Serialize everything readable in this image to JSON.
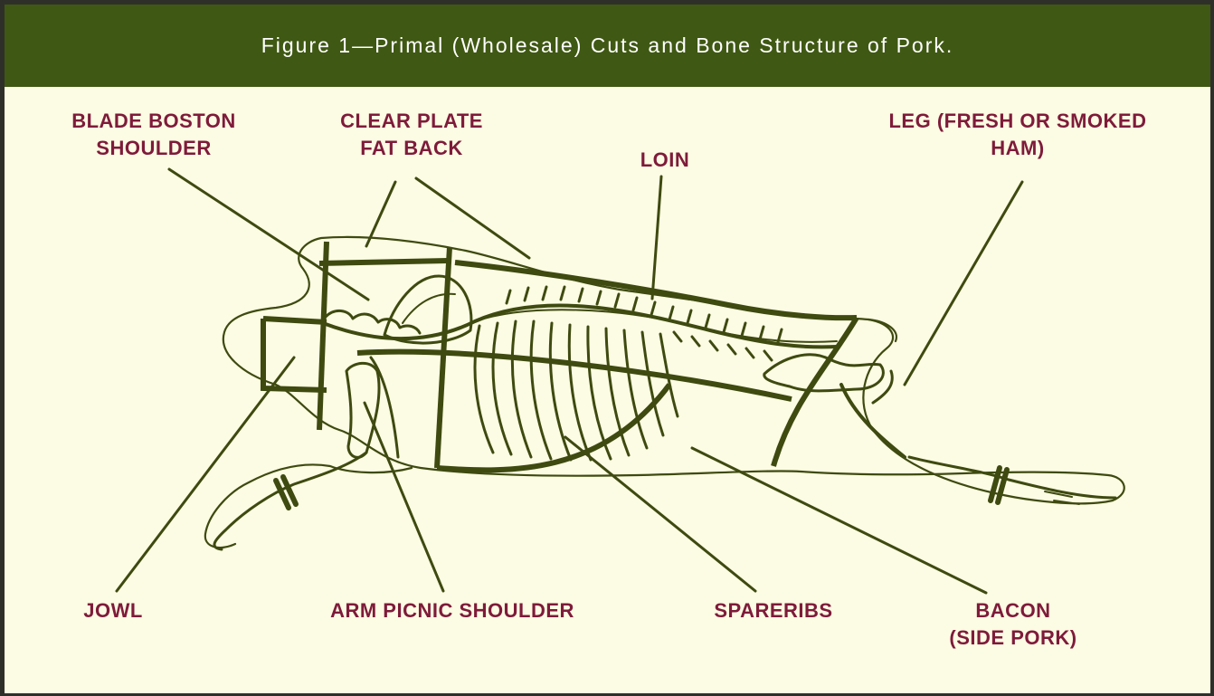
{
  "title": "Figure 1—Primal (Wholesale) Cuts and Bone Structure of Pork.",
  "colors": {
    "header_bg": "#3f5813",
    "header_text": "#ffffff",
    "panel_bg": "#fcfbe3",
    "label_text": "#7e1b3a",
    "line_art": "#3e4a10"
  },
  "labels": {
    "blade_boston_shoulder": [
      "BLADE BOSTON",
      "SHOULDER"
    ],
    "clear_plate_fat_back": [
      "CLEAR PLATE",
      "FAT BACK"
    ],
    "loin": "LOIN",
    "leg": [
      "LEG (FRESH OR SMOKED",
      "HAM)"
    ],
    "jowl": "JOWL",
    "arm_picnic_shoulder": "ARM PICNIC SHOULDER",
    "spareribs": "SPARERIBS",
    "bacon": [
      "BACON",
      "(SIDE PORK)"
    ]
  }
}
